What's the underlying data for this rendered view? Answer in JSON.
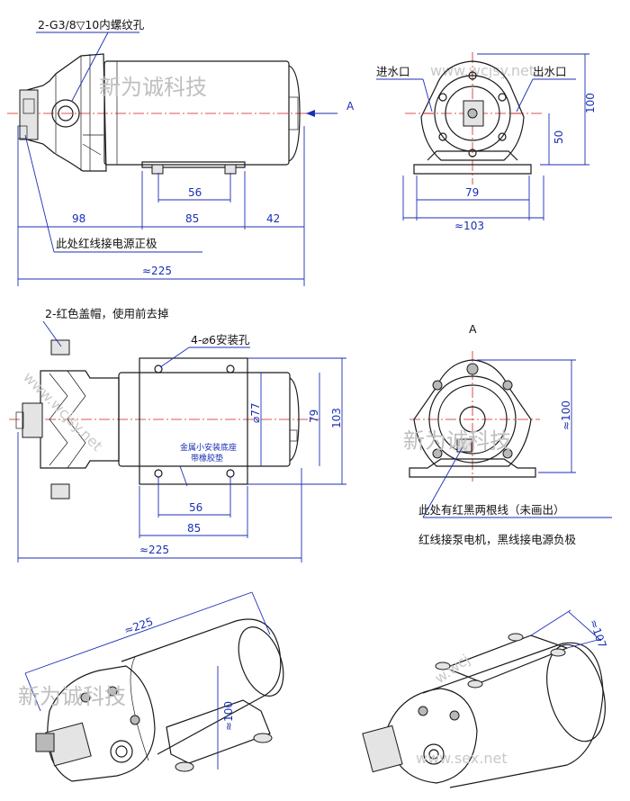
{
  "annotations": {
    "thread_note": "2-G3/8",
    "thread_depth": "10内螺纹孔",
    "positive_note": "此处红线接电源正极",
    "cap_note": "2-红色盖帽，使用前去掉",
    "mount_hole_note": "4-⌀6安装孔",
    "base_note_line1": "金属小安装底座",
    "base_note_line2": "带橡胶垫",
    "inlet": "进水口",
    "outlet": "出水口",
    "wires_note_line1": "此处有红黑两根线（未画出）",
    "wires_note_line2": "红线接泵电机，黑线接电源负极"
  },
  "view_marker": {
    "arrow_label": "A",
    "view_label": "A"
  },
  "dimensions": {
    "top_56": "56",
    "top_98": "98",
    "top_85": "85",
    "top_42": "42",
    "top_225": "≈225",
    "end_100": "100",
    "end_50": "50",
    "end_79": "79",
    "end_103": "≈103",
    "plan_77": "⌀77",
    "plan_79": "79",
    "plan_103": "103",
    "plan_56": "56",
    "plan_85": "85",
    "plan_225": "≈225",
    "view_a_100": "≈100",
    "iso_225": "≈225",
    "iso_100": "≈100",
    "iso_107": "≈107"
  },
  "watermarks": {
    "brand": "新为诚科技",
    "url_a": "www.wcjsy.net",
    "url_b": "www.sex.net",
    "url_c": "w.wcj"
  },
  "colors": {
    "dimension_blue": "#1b2fb4",
    "centerline_red": "#d21f1f",
    "outline": "#1a1a1a"
  }
}
